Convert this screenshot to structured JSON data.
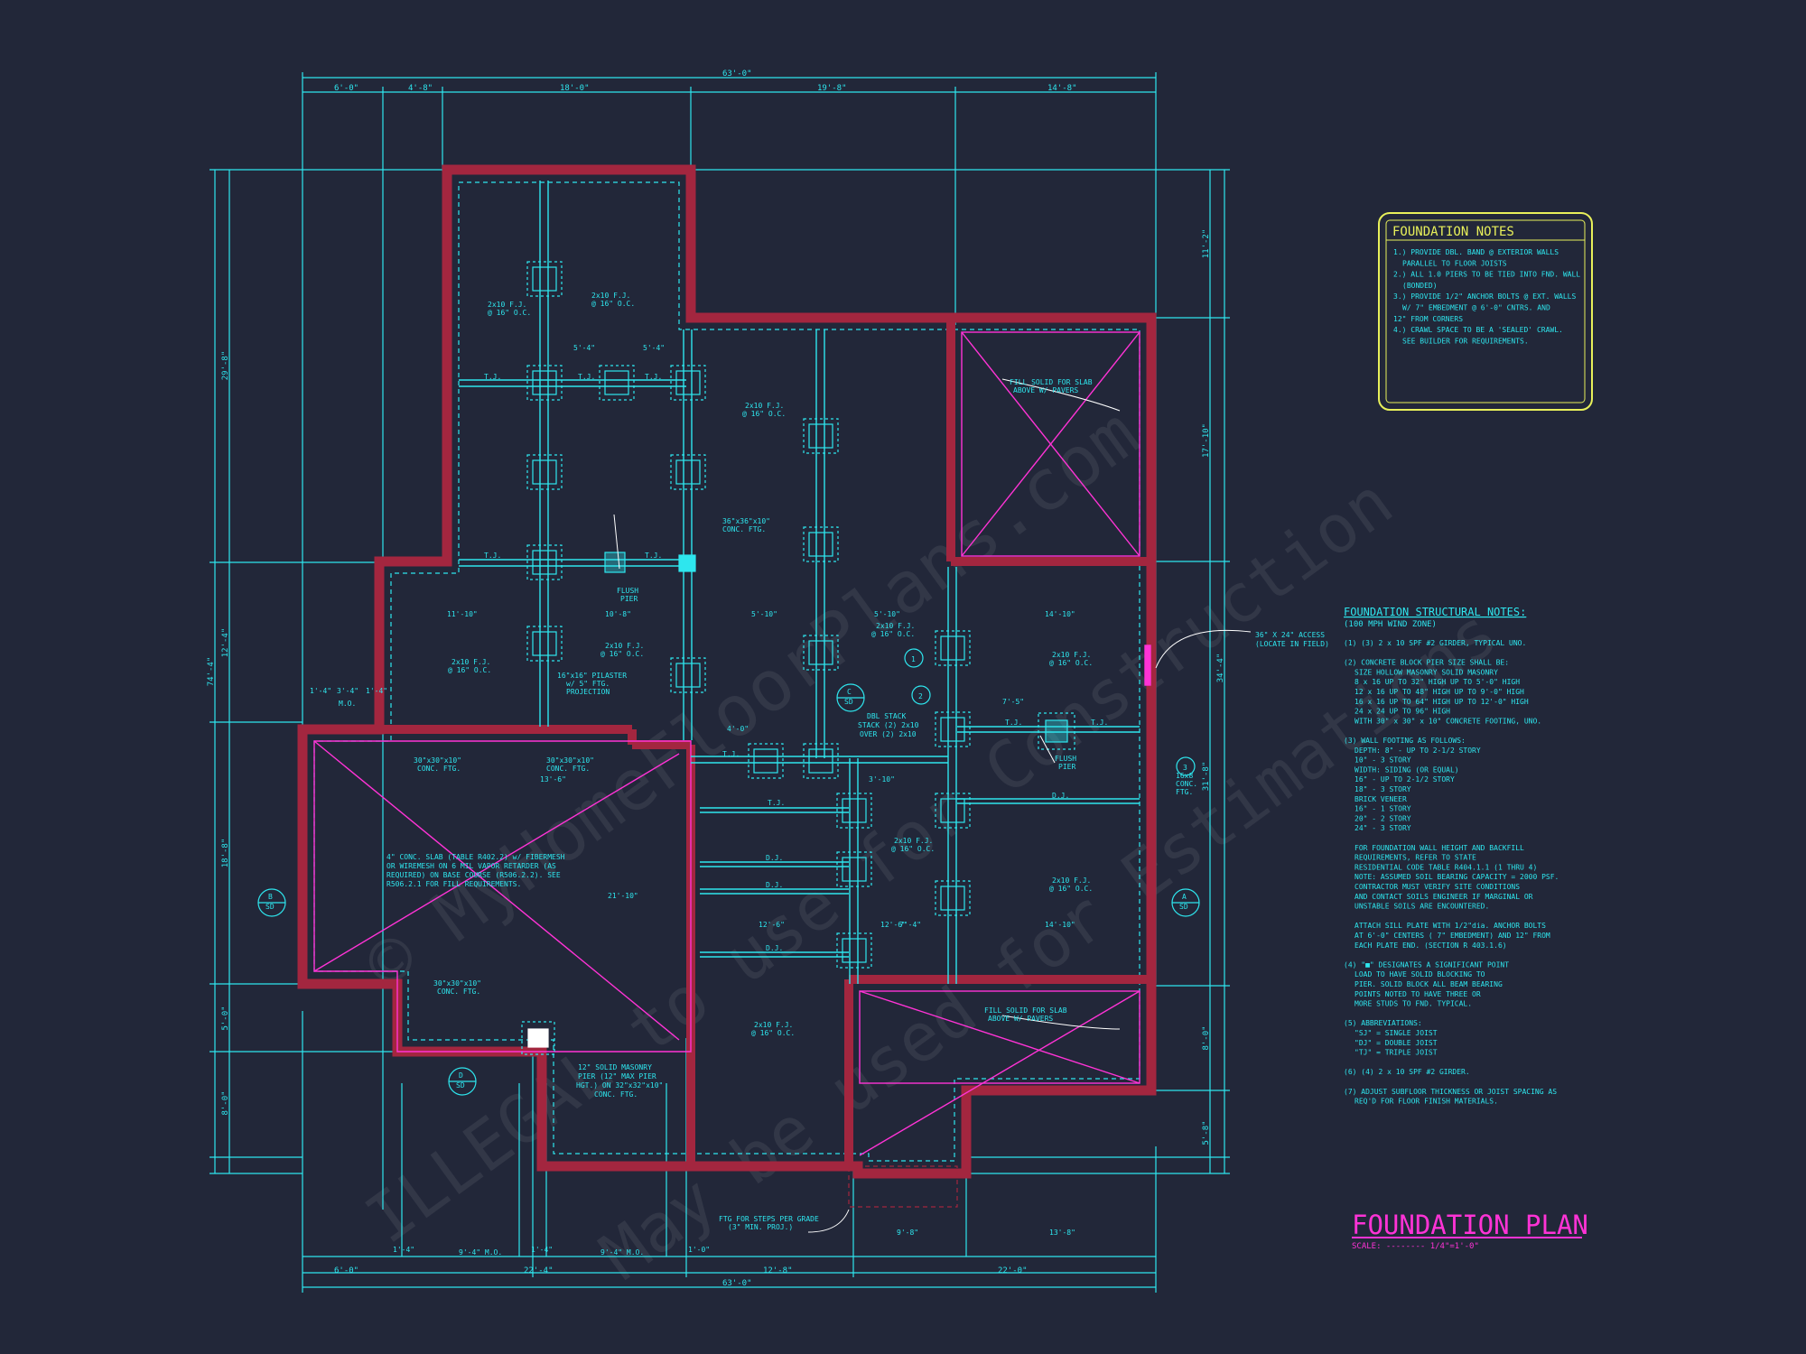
{
  "title_block": {
    "title": "FOUNDATION PLAN",
    "scale": "SCALE: -------- 1/4\"=1'-0\""
  },
  "foundation_notes": {
    "heading": "FOUNDATION NOTES",
    "lines": [
      "1.) PROVIDE DBL. BAND @ EXTERIOR WALLS",
      "PARALLEL TO FLOOR JOISTS",
      "2.) ALL 1.0 PIERS TO BE TIED INTO FND. WALL",
      "(BONDED)",
      "3.) PROVIDE 1/2\" ANCHOR BOLTS @ EXT. WALLS",
      "W/ 7\" EMBEDMENT @ 6'-0\" CNTRS. AND",
      "12\" FROM CORNERS",
      "4.) CRAWL SPACE TO BE A 'SEALED' CRAWL.",
      "SEE BUILDER FOR REQUIREMENTS."
    ]
  },
  "structural_notes": {
    "heading": "FOUNDATION STRUCTURAL NOTES:",
    "subheading": "(100 MPH WIND ZONE)",
    "lines": [
      "(1) (3) 2 x 10 SPF #2 GIRDER, TYPICAL UNO.",
      "",
      "(2) CONCRETE BLOCK PIER SIZE SHALL BE:",
      "SIZE    HOLLOW MASONRY   SOLID MASONRY",
      "8 x 16   UP TO 32\" HIGH    UP TO 5'-0\" HIGH",
      "12 x 16  UP TO 48\" HIGH    UP TO 9'-0\" HIGH",
      "16 x 16  UP TO 64\" HIGH    UP TO 12'-0\" HIGH",
      "24 x 24  UP TO 96\" HIGH",
      "WITH 30\" x 30\" x 10\" CONCRETE FOOTING, UNO.",
      "",
      "(3) WALL FOOTING AS FOLLOWS:",
      "DEPTH:  8\" - UP TO 2-1/2 STORY",
      "10\" - 3 STORY",
      "WIDTH:  SIDING (OR EQUAL)",
      "16\" - UP TO 2-1/2 STORY",
      "18\" - 3 STORY",
      "BRICK VENEER",
      "16\" - 1 STORY",
      "20\" - 2 STORY",
      "24\" - 3 STORY",
      "",
      "FOR FOUNDATION WALL HEIGHT AND BACKFILL",
      "REQUIREMENTS, REFER TO STATE",
      "RESIDENTIAL CODE TABLE R404.1.1 (1 THRU 4)",
      "NOTE: ASSUMED SOIL BEARING CAPACITY = 2000 PSF.",
      "CONTRACTOR MUST VERIFY SITE CONDITIONS",
      "AND CONTACT SOILS ENGINEER IF MARGINAL OR",
      "UNSTABLE SOILS ARE ENCOUNTERED.",
      "",
      "ATTACH SILL PLATE WITH 1/2\"dia. ANCHOR BOLTS",
      "AT 6'-0\" CENTERS ( 7\" EMBEDMENT) AND 12\" FROM",
      "EACH PLATE END. (SECTION R 403.1.6)",
      "",
      "(4) \"■\" DESIGNATES A SIGNIFICANT POINT",
      "LOAD TO HAVE SOLID BLOCKING TO",
      "PIER. SOLID BLOCK ALL BEAM BEARING",
      "POINTS NOTED TO HAVE THREE OR",
      "MORE STUDS TO FND. TYPICAL.",
      "",
      "(5) ABBREVIATIONS:",
      "\"SJ\" = SINGLE JOIST",
      "\"DJ\" = DOUBLE JOIST",
      "\"TJ\" = TRIPLE JOIST",
      "",
      "(6) (4) 2 x 10 SPF #2 GIRDER.",
      "",
      "(7) ADJUST SUBFLOOR THICKNESS OR JOIST SPACING AS",
      "REQ'D FOR FLOOR FINISH MATERIALS."
    ]
  },
  "watermark": {
    "line1": "© MyHomeFloorPlans.com",
    "line2": "ILLEGAL to use for Construction",
    "line3": "May be used for Estimations"
  },
  "dims": {
    "overall": "63'-0\"",
    "top": [
      "6'-0\"",
      "4'-8\"",
      "18'-0\"",
      "19'-8\"",
      "14'-8\""
    ],
    "bottom": [
      "6'-0\"",
      "22'-4\"",
      "12'-8\"",
      "22'-0\""
    ],
    "bottom_mo": [
      "9'-4\" M.O.",
      "9'-4\" M.O."
    ],
    "bottom_small": [
      "1'-4\"",
      "1'-4\"",
      "1'-0\"",
      "9'-8\"",
      "13'-8\""
    ],
    "left": [
      "29'-8\"",
      "12'-4\"",
      "18'-8\"",
      "5'-0\"",
      "8'-0\""
    ],
    "left_overall": "74'-4\"",
    "right": [
      "11'-2\"",
      "17'-10\"",
      "34'-4\"",
      "31'-8\"",
      "8'-0\"",
      "5'-8\""
    ]
  },
  "labels": {
    "fj_16oc": "2x10 F.J.",
    "oc": "@ 16\" O.C.",
    "tj": "T.J.",
    "dj": "D.J.",
    "mo": "M.O.",
    "fill_slab_1": "FILL SOLID FOR SLAB",
    "fill_slab_2": "ABOVE W/ PAVERS",
    "flush_pier_1": "FLUSH",
    "flush_pier_2": "PIER",
    "ftg36": "36\"x36\"x10\"",
    "ftg30": "30\"x30\"x10\"",
    "conc_ftg": "CONC. FTG.",
    "pilaster_1": "16\"x16\" PILASTER",
    "pilaster_2": "w/ 5\" FTG.",
    "pilaster_3": "PROJECTION",
    "dbl_stack_1": "DBL STACK",
    "dbl_stack_2": "STACK (2) 2x10",
    "dbl_stack_3": "OVER (2) 2x10",
    "access_1": "36\" X 24\" ACCESS",
    "access_2": "(LOCATE IN FIELD)",
    "slab_1": "4\" CONC. SLAB (TABLE R402.2) w/ FIBERMESH",
    "slab_2": "OR WIREMESH ON 6 MIL VAPOR RETARDER (AS",
    "slab_3": "REQUIRED) ON BASE COURSE (R506.2.2). SEE",
    "slab_4": "R506.2.1 FOR FILL REQUIREMENTS.",
    "pier12_1": "12\" SOLID MASONRY",
    "pier12_2": "PIER (12\" MAX PIER",
    "pier12_3": "HGT.) ON 32\"x32\"x10\"",
    "pier12_4": "CONC. FTG.",
    "steps_1": "FTG FOR STEPS PER GRADE",
    "steps_2": "(3\" MIN. PROJ.)",
    "ftg_16x8_1": "16x8",
    "ftg_16x8_2": "CONC.",
    "ftg_16x8_3": "FTG.",
    "sec_a": "A",
    "sec_b": "B",
    "sec_c": "C",
    "sec_d": "D",
    "sd": "SD",
    "n1": "1",
    "n2": "2",
    "n3": "3",
    "int_dims": [
      "11'-10\"",
      "10'-8\"",
      "5'-10\"",
      "5'-10\"",
      "14'-10\"",
      "13'-6\"",
      "12'-6\"",
      "12'-6\"",
      "7'-4\"",
      "14'-10\"",
      "7'-5\"",
      "5'-4\"",
      "5'-4\"",
      "4'-0\"",
      "3'-10\"",
      "21'-10\"",
      "1'-4\"",
      "3'-4\"",
      "1'-4\""
    ]
  },
  "colors": {
    "background": "#222739",
    "line_cyan": "#2ee6ee",
    "wall_red": "#a3263f",
    "accent_magenta": "#ff33d6",
    "notes_yellow": "#e8f05a"
  }
}
